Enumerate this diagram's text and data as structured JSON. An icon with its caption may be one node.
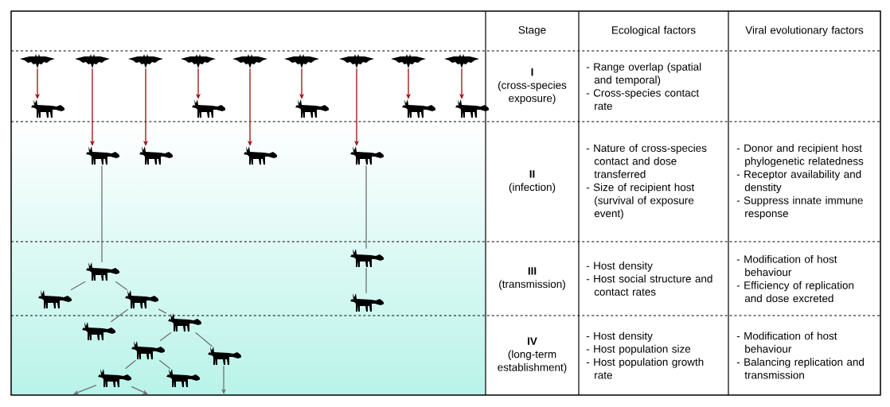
{
  "diagram": {
    "nodes": [
      {
        "text": [],
        "shape": "picture"
      },
      {
        "text": [],
        "shape": "picture"
      },
      {
        "text": [],
        "shape": "picture"
      },
      {
        "text": [],
        "shape": "picture"
      },
      {
        "text": [],
        "shape": "picture"
      },
      {
        "text": [],
        "shape": "picture"
      },
      {
        "text": [],
        "shape": "picture"
      },
      {
        "text": [],
        "shape": "picture"
      },
      {
        "text": [],
        "shape": "picture"
      },
      {
        "text": [],
        "shape": "picture"
      },
      {
        "text": [],
        "shape": "picture"
      },
      {
        "text": [],
        "shape": "picture"
      },
      {
        "text": [],
        "shape": "picture"
      },
      {
        "text": [],
        "shape": "picture"
      },
      {
        "text": [],
        "shape": "picture"
      },
      {
        "text": [],
        "shape": "picture"
      },
      {
        "text": [],
        "shape": "picture"
      },
      {
        "text": [],
        "shape": "picture"
      },
      {
        "text": [],
        "shape": "picture"
      },
      {
        "text": [],
        "shape": "picture"
      },
      {
        "text": [],
        "shape": "picture"
      },
      {
        "text": [],
        "shape": "picture"
      },
      {
        "text": [],
        "shape": "picture"
      },
      {
        "text": [],
        "shape": "picture"
      },
      {
        "text": [],
        "shape": "picture"
      },
      {
        "text": [],
        "shape": "picture"
      },
      {
        "text": [],
        "shape": "picture"
      },
      {
        "text": [],
        "shape": "picture"
      },
      {
        "text": [],
        "shape": "picture"
      }
    ],
    "edges": [
      {
        "from": 0,
        "to": 9,
        "arrow": "to",
        "color": "#990d0d"
      },
      {
        "from": 3,
        "to": 10,
        "arrow": "to",
        "color": "#990d0d"
      },
      {
        "from": 5,
        "to": 11,
        "arrow": "to",
        "color": "#990d0d"
      },
      {
        "from": 7,
        "to": 12,
        "arrow": "to",
        "color": "#990d0d"
      },
      {
        "from": 8,
        "to": 13,
        "arrow": "to",
        "color": "#990d0d"
      },
      {
        "from": 1,
        "to": 14,
        "arrow": "to",
        "color": "#990d0d"
      },
      {
        "from": 2,
        "to": 15,
        "arrow": "to",
        "color": "#990d0d"
      },
      {
        "from": 4,
        "to": 16,
        "arrow": "to",
        "color": "#990d0d"
      },
      {
        "from": 6,
        "to": 17,
        "arrow": "to",
        "color": "#990d0d"
      },
      {
        "from": 14,
        "to": 20,
        "arrow": "none"
      },
      {
        "from": 17,
        "to": 18,
        "arrow": "none"
      },
      {
        "from": 18,
        "to": 19,
        "arrow": "none"
      },
      {
        "from": 20,
        "to": 21,
        "arrow": "none"
      },
      {
        "from": 20,
        "to": 22,
        "arrow": "none"
      },
      {
        "from": 22,
        "to": 23,
        "arrow": "none"
      },
      {
        "from": 22,
        "to": 24,
        "arrow": "none"
      },
      {
        "from": 24,
        "to": 25,
        "arrow": "none"
      },
      {
        "from": 24,
        "to": 26,
        "arrow": "none"
      },
      {
        "from": 25,
        "to": 27,
        "arrow": "none"
      },
      {
        "from": 25,
        "to": 28,
        "arrow": "none"
      },
      {
        "from": 27,
        "to": null,
        "arrow": "to"
      },
      {
        "from": 27,
        "to": null,
        "arrow": "to"
      },
      {
        "from": 26,
        "to": null,
        "arrow": "to"
      }
    ],
    "labels": [
      "Stage",
      "Ecological factors",
      "Viral evolutionary factors",
      "I",
      "(cross-species exposure)",
      "- Range overlap (spatial and temporal)",
      "- Cross-species contact rate",
      "II",
      "(infection)",
      "- Nature of cross-species contact and dose transferred",
      "- Size of recipient host (survival of exposure event)",
      "- Donor and recipient host phylogenetic relatedness",
      "- Receptor availability and denstity",
      "- Suppress innate immune response",
      "III",
      "(transmission)",
      "- Host density",
      "- Host social structure and contact rates",
      "- Modification of host behaviour",
      "- Efficiency of replication and dose excreted",
      "IV",
      "(long-term establishment)",
      "- Host density",
      "- Host population size",
      "- Host population growth rate",
      "- Modification of host behaviour",
      "- Balancing replication and transmission"
    ]
  }
}
